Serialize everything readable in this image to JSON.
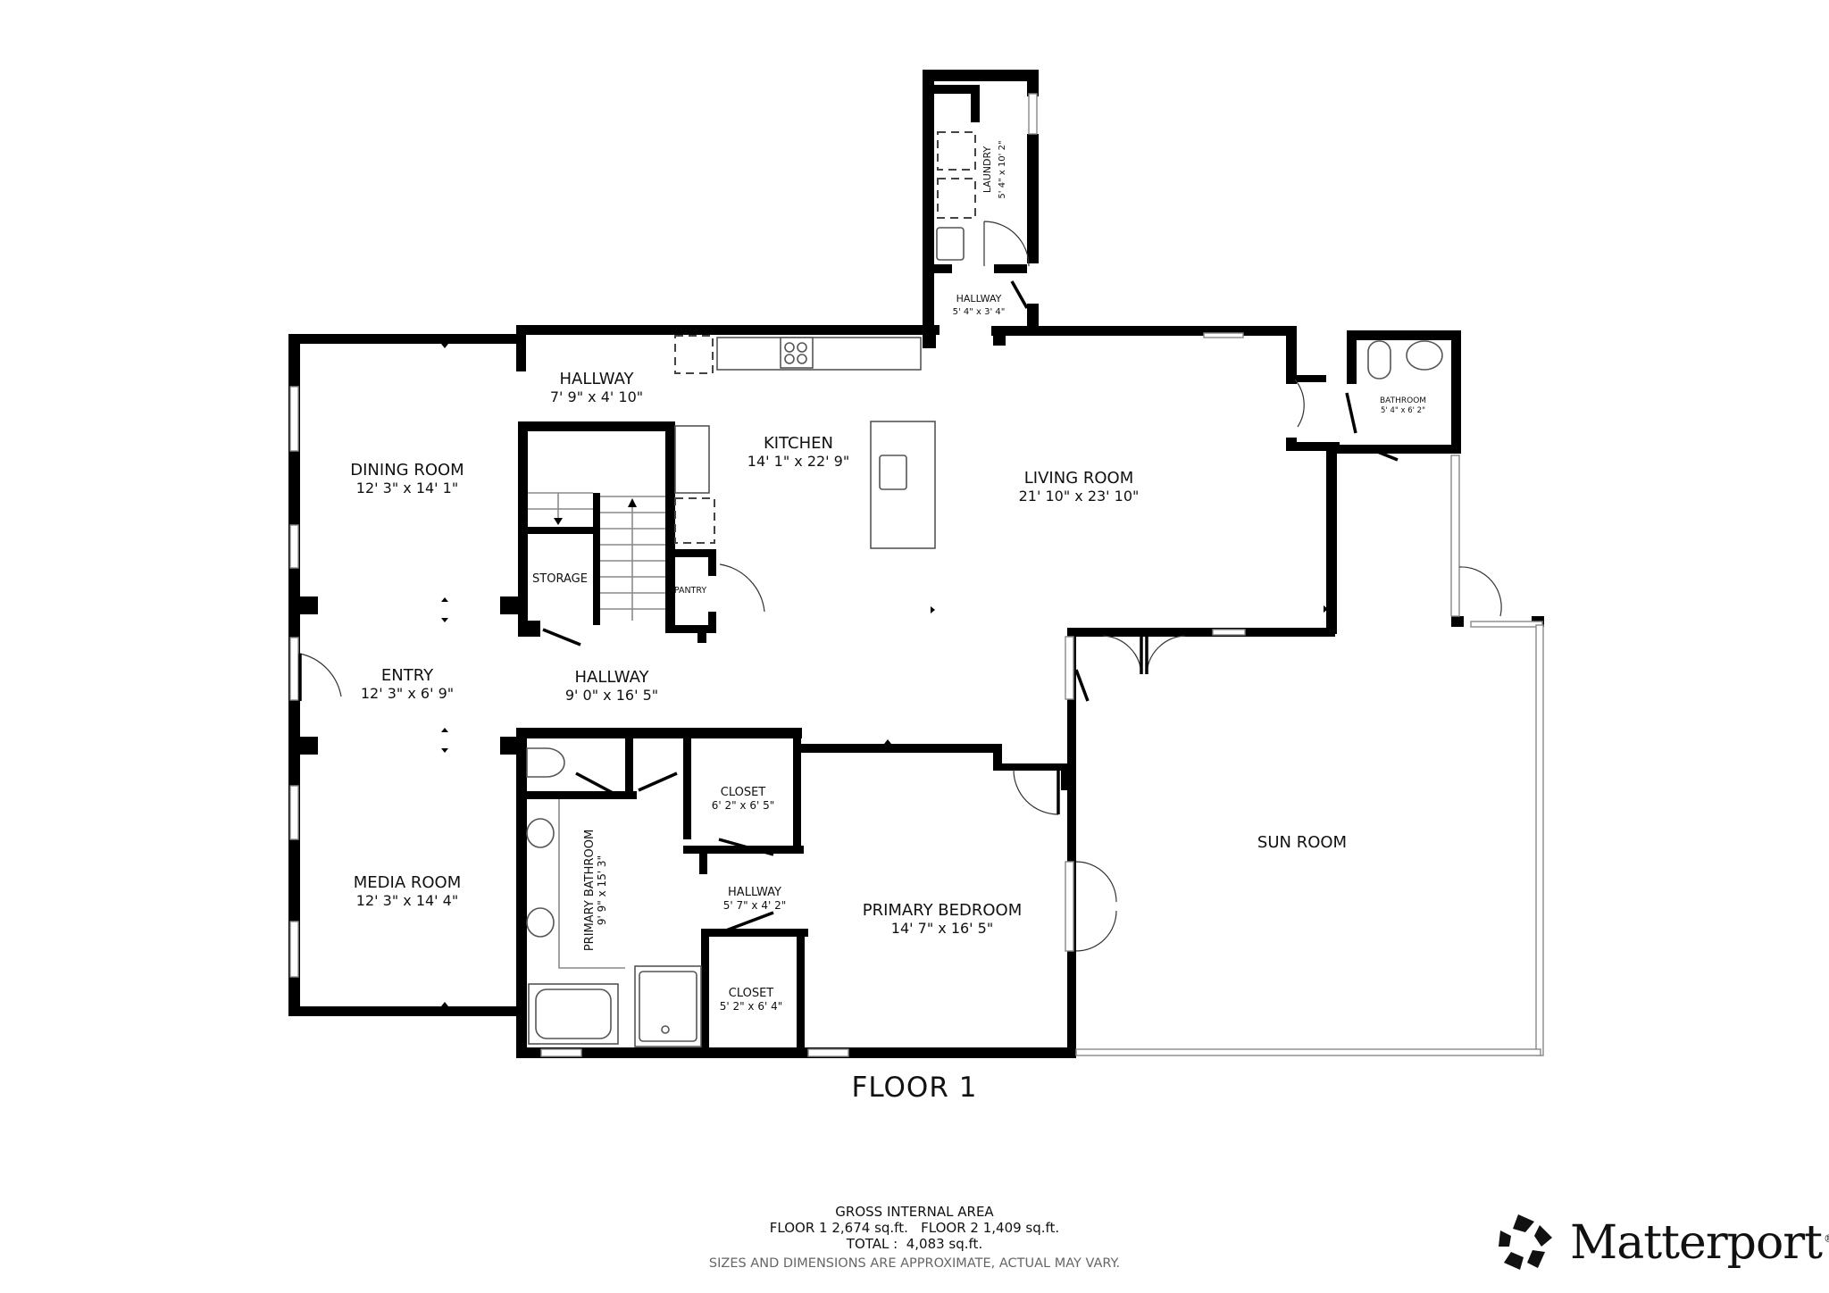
{
  "floor_title": "FLOOR 1",
  "rooms": {
    "laundry": {
      "name": "LAUNDRY",
      "dim": "5' 4\" x 10' 2\""
    },
    "hallway_laundry": {
      "name": "HALLWAY",
      "dim": "5' 4\" x 3' 4\""
    },
    "hallway_top": {
      "name": "HALLWAY",
      "dim": "7' 9\" x 4' 10\""
    },
    "kitchen": {
      "name": "KITCHEN",
      "dim": "14' 1\" x 22' 9\""
    },
    "living_room": {
      "name": "LIVING ROOM",
      "dim": "21' 10\" x 23' 10\""
    },
    "bathroom": {
      "name": "BATHROOM",
      "dim": "5' 4\" x 6' 2\""
    },
    "dining_room": {
      "name": "DINING ROOM",
      "dim": "12' 3\" x 14' 1\""
    },
    "storage": {
      "name": "STORAGE"
    },
    "pantry": {
      "name": "PANTRY"
    },
    "entry": {
      "name": "ENTRY",
      "dim": "12' 3\" x 6' 9\""
    },
    "hallway_center": {
      "name": "HALLWAY",
      "dim": "9' 0\" x 16' 5\""
    },
    "closet_upper": {
      "name": "CLOSET",
      "dim": "6' 2\" x 6' 5\""
    },
    "hallway_closets": {
      "name": "HALLWAY",
      "dim": "5' 7\" x 4' 2\""
    },
    "closet_lower": {
      "name": "CLOSET",
      "dim": "5' 2\" x 6' 4\""
    },
    "primary_bathroom": {
      "name": "PRIMARY BATHROOM",
      "dim": "9' 9\" x 15' 3\""
    },
    "primary_bedroom": {
      "name": "PRIMARY BEDROOM",
      "dim": "14' 7\" x 16' 5\""
    },
    "media_room": {
      "name": "MEDIA ROOM",
      "dim": "12' 3\" x 14' 4\""
    },
    "sun_room": {
      "name": "SUN ROOM"
    }
  },
  "area": {
    "heading": "GROSS INTERNAL AREA",
    "floors_line": "FLOOR 1 2,674 sq.ft.   FLOOR 2 1,409 sq.ft.",
    "total_line": "TOTAL :  4,083 sq.ft.",
    "disclaimer": "SIZES AND DIMENSIONS ARE APPROXIMATE, ACTUAL MAY VARY."
  },
  "brand": {
    "name": "Matterport",
    "mark": "®",
    "icon": "matterport-logo-icon"
  }
}
